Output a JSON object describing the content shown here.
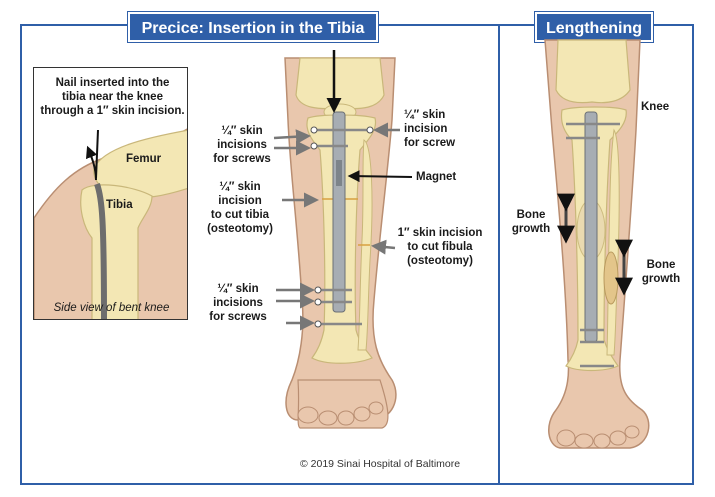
{
  "titles": {
    "left": "Precice: Insertion in the Tibia",
    "right": "Lengthening"
  },
  "inset": {
    "note_line1": "Nail inserted into the",
    "note_line2": "tibia near the knee",
    "note_line3": "through a 1″ skin incision.",
    "femur": "Femur",
    "tibia": "Tibia",
    "caption": "Side view of bent knee"
  },
  "labels": {
    "skin_screws_top_1": "¼″ skin",
    "skin_screws_top_2": "incisions",
    "skin_screws_top_3": "for screws",
    "skin_screw_right_1": "¼″ skin",
    "skin_screw_right_2": "incision",
    "skin_screw_right_3": "for screw",
    "magnet": "Magnet",
    "cut_tibia_1": "¼″ skin",
    "cut_tibia_2": "incision",
    "cut_tibia_3": "to cut tibia",
    "cut_tibia_4": "(osteotomy)",
    "cut_fibula_1": "1″ skin incision",
    "cut_fibula_2": "to cut fibula",
    "cut_fibula_3": "(osteotomy)",
    "skin_screws_bottom_1": "¼″ skin",
    "skin_screws_bottom_2": "incisions",
    "skin_screws_bottom_3": "for screws",
    "knee": "Knee",
    "bone_growth_left_1": "Bone",
    "bone_growth_left_2": "growth",
    "bone_growth_right_1": "Bone",
    "bone_growth_right_2": "growth"
  },
  "copyright": "© 2019 Sinai Hospital of Baltimore",
  "colors": {
    "frame": "#2f5fa8",
    "skin": "#e9c7ad",
    "skin_outline": "#b98e72",
    "bone": "#f3e7b4",
    "bone_outline": "#c9b77a",
    "nail": "#9aa0a6",
    "arrow": "#777777"
  }
}
